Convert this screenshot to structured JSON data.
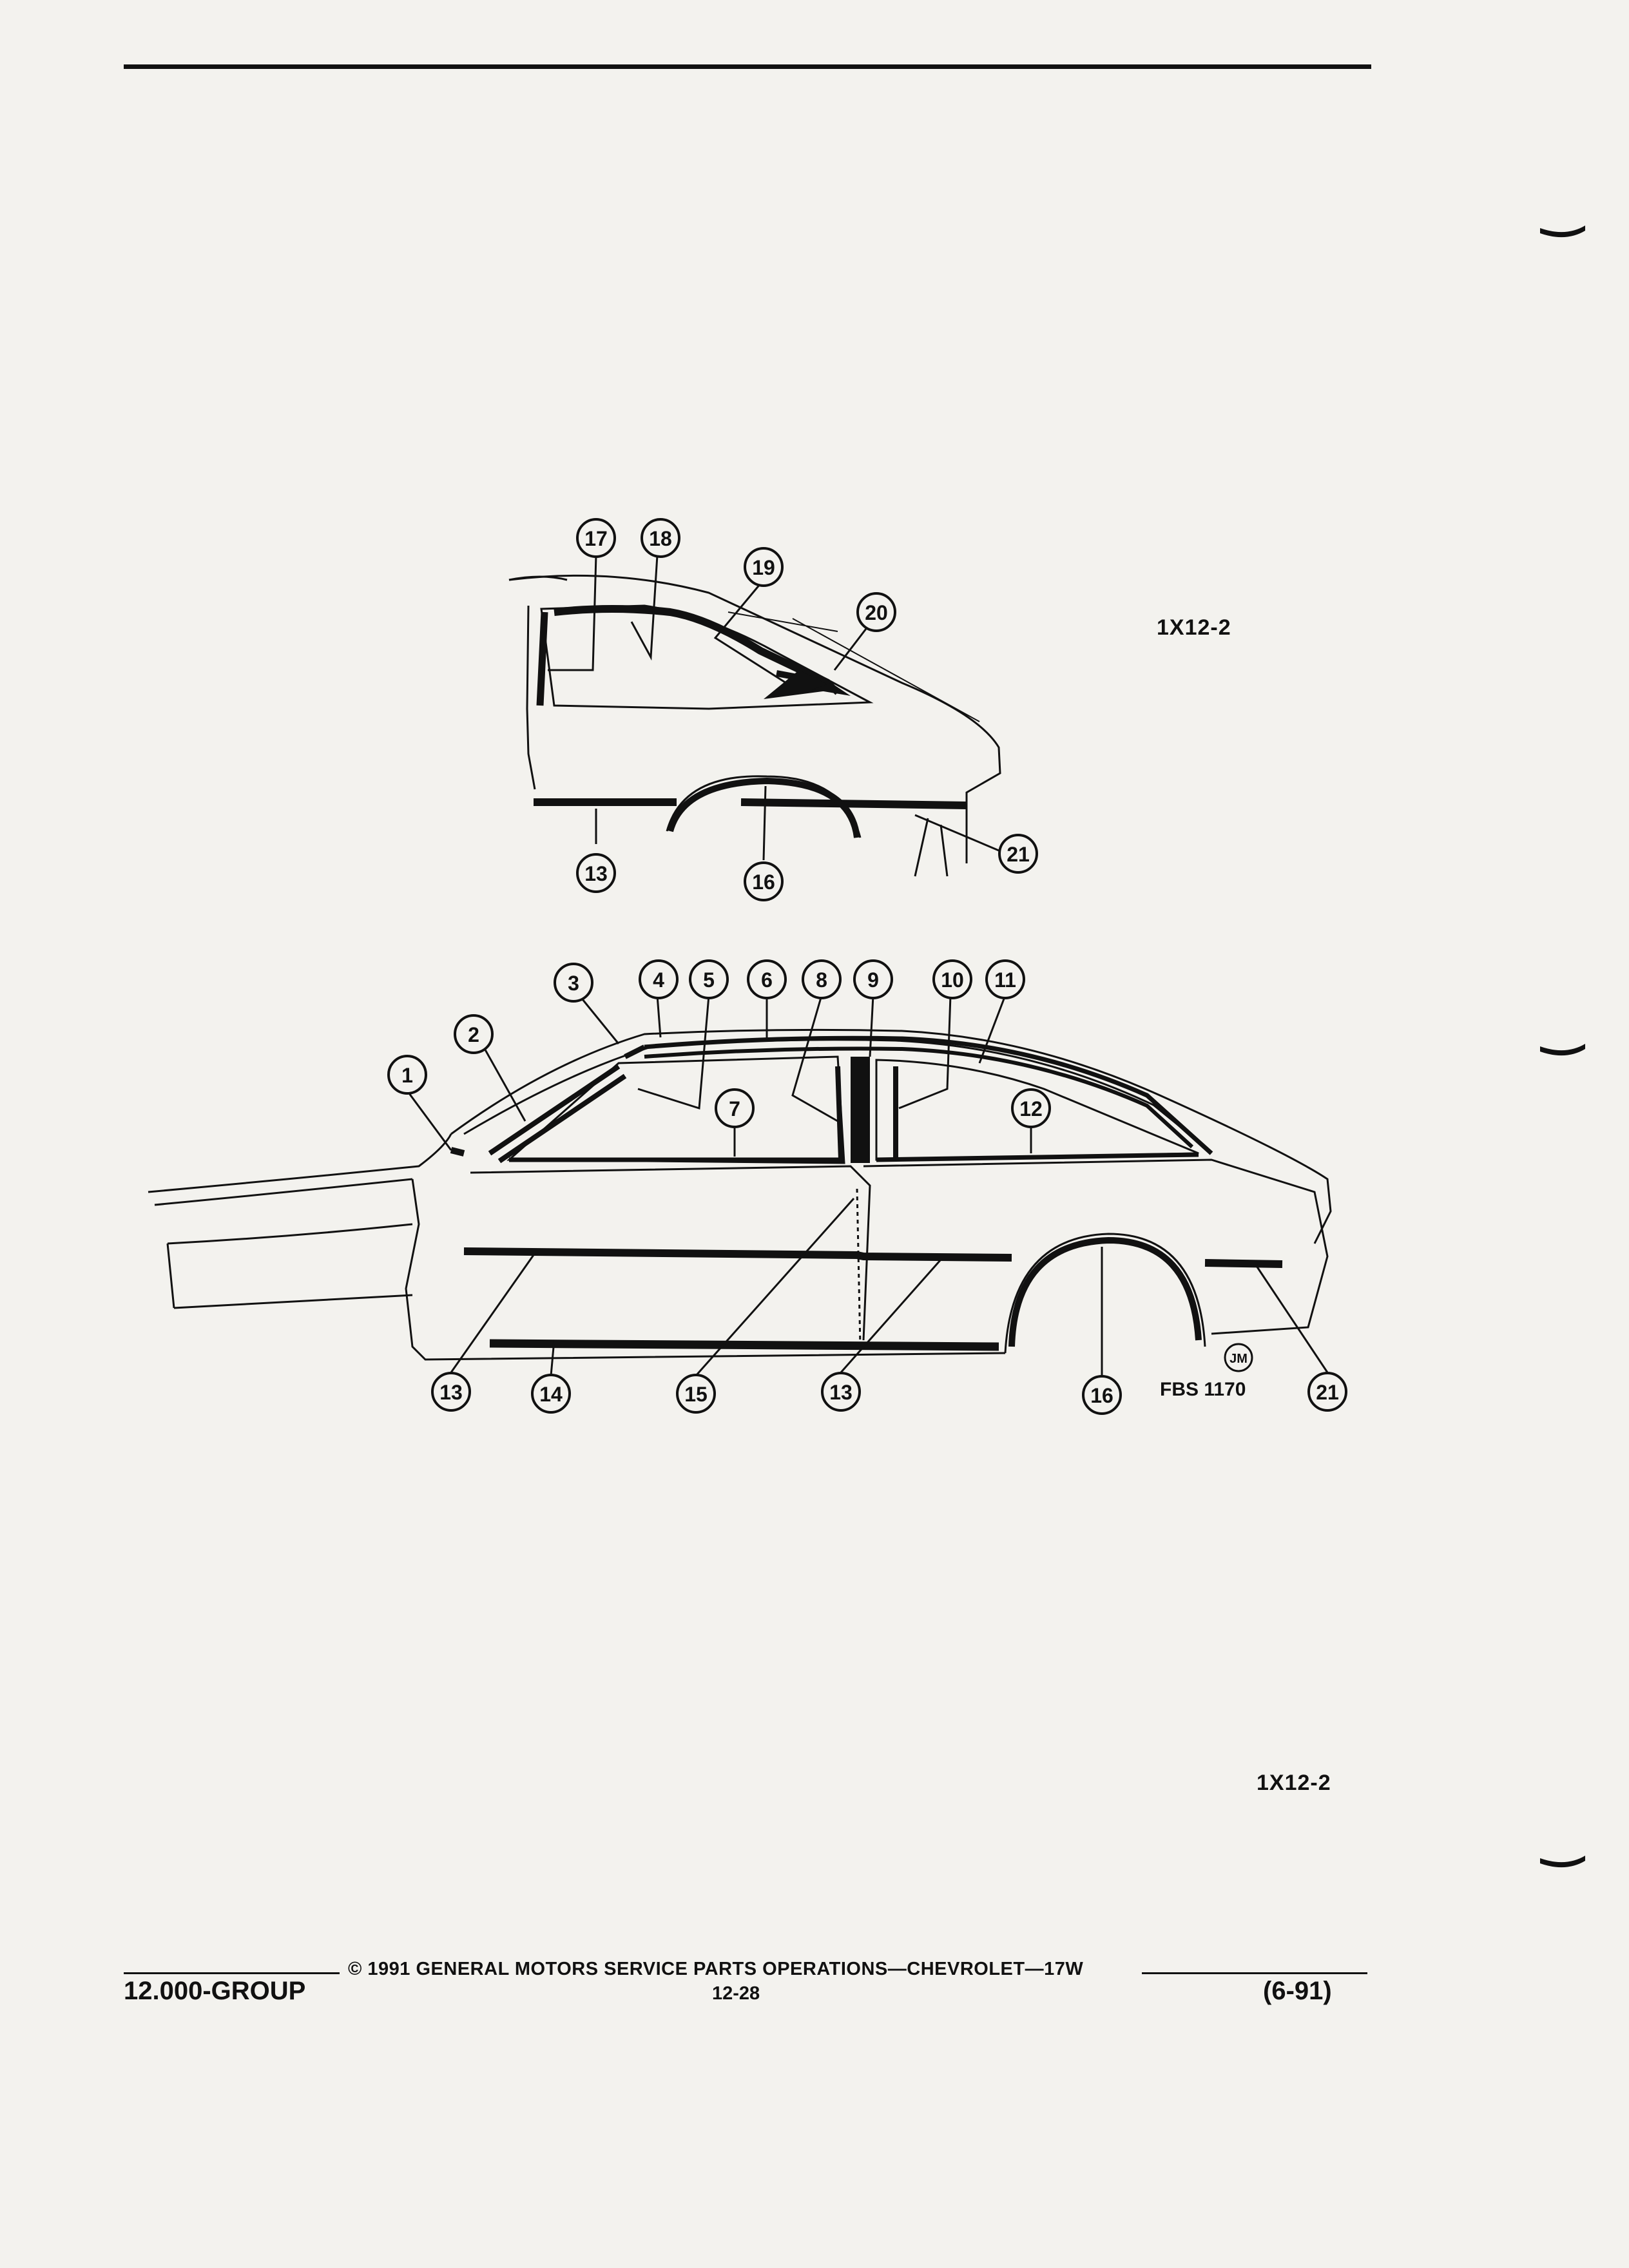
{
  "header": {
    "figure_ref_top": "1X12-2"
  },
  "diagram": {
    "top_callouts": [
      "17",
      "18",
      "19",
      "20",
      "13",
      "16",
      "21"
    ],
    "bottom_callouts": [
      "1",
      "2",
      "3",
      "4",
      "5",
      "6",
      "7",
      "8",
      "9",
      "10",
      "11",
      "12",
      "13",
      "14",
      "15",
      "13",
      "16",
      "21"
    ],
    "stamp": "JM",
    "fbs_code": "FBS 1170"
  },
  "figure_ref_bottom": "1X12-2",
  "footer": {
    "copyright": "© 1991 GENERAL MOTORS SERVICE PARTS OPERATIONS—CHEVROLET—17W",
    "group": "12.000-GROUP",
    "page": "12-28",
    "date": "(6-91)"
  }
}
